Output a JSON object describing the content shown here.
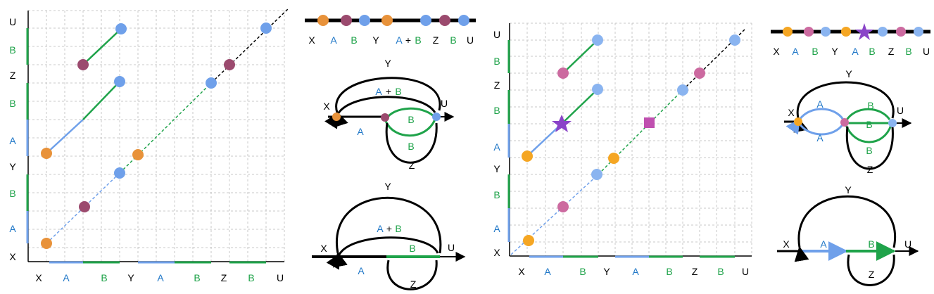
{
  "colors": {
    "black": "#000000",
    "blue": "#1f77c7",
    "green": "#1fa34a",
    "orange": "#e8923a",
    "purple": "#9b4a6e",
    "lightblue": "#6fa0ea",
    "pink": "#cc6aa0",
    "lightorange": "#f5a623",
    "star": "#8a44c8",
    "square": "#c050b0",
    "grid": "#c8c8c8"
  },
  "panel1": {
    "x_axis_labels": [
      "X",
      "A",
      "B",
      "Y",
      "A",
      "B",
      "Z",
      "B",
      "U"
    ],
    "y_axis_labels": [
      "U",
      "B",
      "Z",
      "B",
      "A",
      "Y",
      "B",
      "A",
      "X"
    ]
  },
  "panel2": {
    "sequence_labels": [
      "X",
      "A",
      "B",
      "Y",
      "A",
      "+",
      "B",
      "Z",
      "B",
      "U"
    ],
    "graph1": {
      "top": "Y",
      "mid_a": "A",
      "mid_plus": "+",
      "mid_b": "B",
      "left": "X",
      "right": "U",
      "lower": "A",
      "arc_b1": "B",
      "arc_b2": "B",
      "loop": "Z"
    },
    "graph2": {
      "top": "Y",
      "mid_a": "A",
      "mid_plus": "+",
      "mid_b": "B",
      "left": "X",
      "right": "U",
      "lower": "A",
      "arc_b": "B",
      "loop": "Z"
    }
  },
  "panel3": {
    "x_axis_labels": [
      "X",
      "A",
      "B",
      "Y",
      "A",
      "B",
      "Z",
      "B",
      "U"
    ],
    "y_axis_labels": [
      "U",
      "B",
      "Z",
      "B",
      "A",
      "Y",
      "B",
      "A",
      "X"
    ]
  },
  "panel4": {
    "sequence_labels": [
      "X",
      "A",
      "B",
      "Y",
      "A",
      "B",
      "Z",
      "B",
      "U"
    ],
    "graph1": {
      "top": "Y",
      "left": "X",
      "right": "U",
      "a1": "A",
      "a2": "A",
      "b1": "B",
      "b2": "B",
      "b3": "B",
      "loop": "Z"
    },
    "graph2": {
      "top": "Y",
      "left": "X",
      "right": "U",
      "a": "A",
      "b": "B",
      "loop": "Z"
    }
  }
}
